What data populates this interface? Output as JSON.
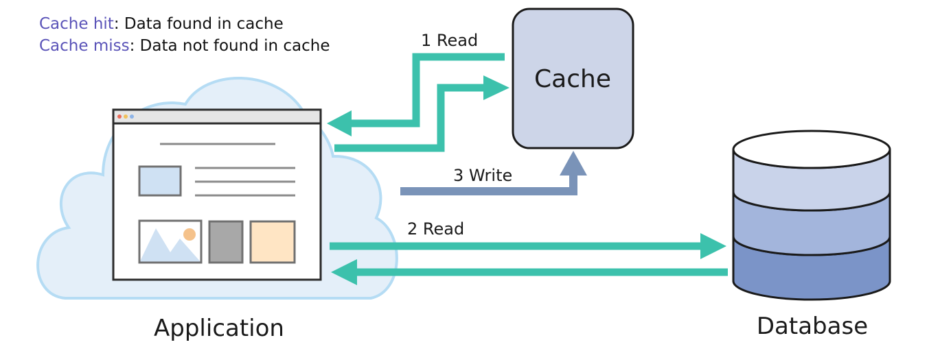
{
  "legend": {
    "hit_term": "Cache hit",
    "hit_desc": ": Data found in cache",
    "miss_term": "Cache miss",
    "miss_desc": ": Data not found in cache"
  },
  "nodes": {
    "cache": "Cache",
    "application": "Application",
    "database": "Database"
  },
  "arrows": {
    "read_cache": "1 Read",
    "read_database": "2 Read",
    "write_cache": "3 Write"
  },
  "colors": {
    "read_flow": "#3cc1ac",
    "write_flow": "#7a93b8",
    "legend_term": "#5a53b8",
    "cache_fill": "#cdd5e8",
    "cloud_fill": "#e4eff9",
    "cloud_stroke": "#b5dcf4",
    "db_top": "#ffffff",
    "db_upper": "#c9d3ea",
    "db_middle": "#a3b5dc",
    "db_lower": "#7b94c8",
    "accent_orange": "#f5c28b",
    "image_blue": "#cfe1f3",
    "gray_block": "#a8a8a8",
    "peach_block": "#ffe5c4"
  },
  "icons": {
    "browser_dots": [
      "close-dot-icon",
      "minimize-dot-icon",
      "maximize-dot-icon"
    ],
    "image_placeholder": "mountain-sun-icon",
    "database": "cylinder-icon"
  }
}
